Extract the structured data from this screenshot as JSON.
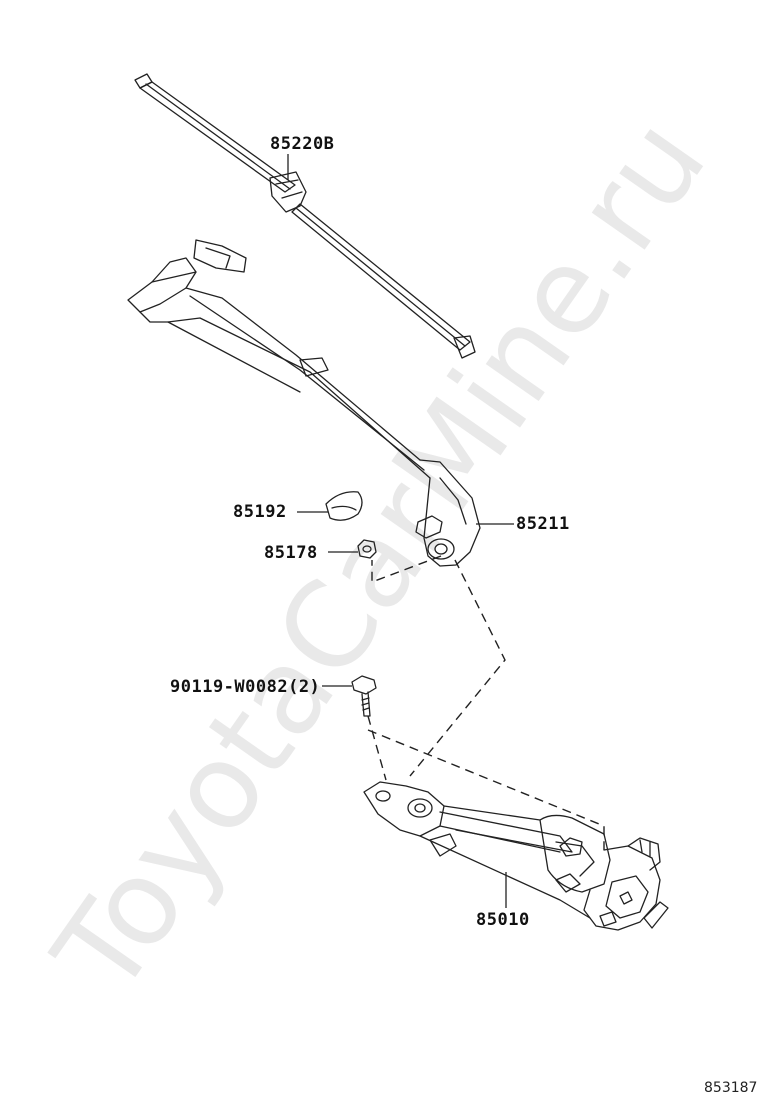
{
  "watermark": "ToyotaCarMine.ru",
  "diagram_code": "853187",
  "parts": [
    {
      "label": "85220B"
    },
    {
      "label": "85211"
    },
    {
      "label": "85192"
    },
    {
      "label": "85178"
    },
    {
      "label": "90119-W0082(2)"
    },
    {
      "label": "85010"
    }
  ]
}
